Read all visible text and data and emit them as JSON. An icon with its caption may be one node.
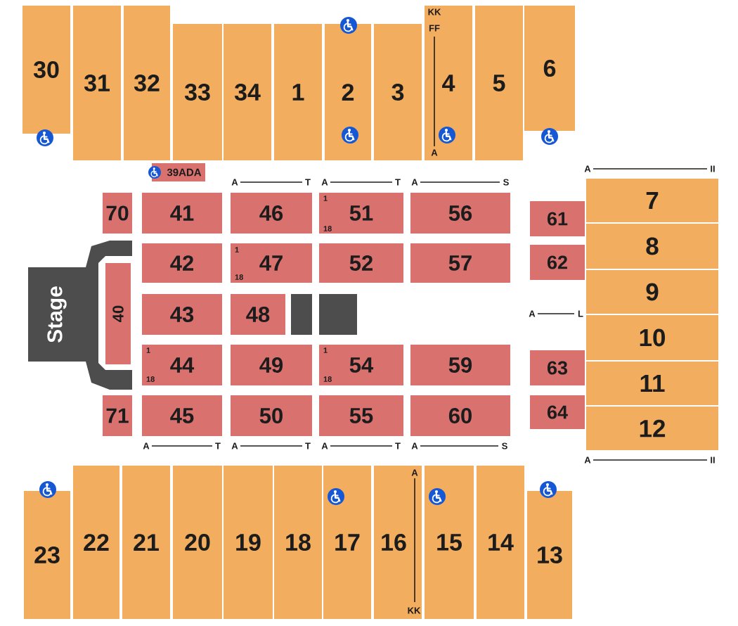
{
  "diagram": {
    "nodes": [
      {
        "text": [
          "30"
        ]
      },
      {
        "text": [
          "31"
        ]
      },
      {
        "text": [
          "32"
        ]
      },
      {
        "text": [
          "33"
        ]
      },
      {
        "text": [
          "34"
        ]
      },
      {
        "text": [
          "1"
        ]
      },
      {
        "text": [
          "2"
        ]
      },
      {
        "text": [
          "3"
        ]
      },
      {
        "text": [
          "4",
          "KK",
          "FF",
          "A"
        ]
      },
      {
        "text": [
          "5"
        ]
      },
      {
        "text": [
          "6"
        ]
      },
      {
        "text": [
          "39ADA"
        ]
      },
      {
        "text": [
          "Stage"
        ]
      },
      {
        "text": [
          "40"
        ]
      },
      {
        "text": [
          "70"
        ]
      },
      {
        "text": [
          "41"
        ]
      },
      {
        "text": [
          "46"
        ]
      },
      {
        "text": [
          "51",
          "1",
          "18"
        ]
      },
      {
        "text": [
          "56"
        ]
      },
      {
        "text": [
          "42"
        ]
      },
      {
        "text": [
          "47",
          "1",
          "18"
        ]
      },
      {
        "text": [
          "52"
        ]
      },
      {
        "text": [
          "57"
        ]
      },
      {
        "text": [
          "43"
        ]
      },
      {
        "text": [
          "48"
        ]
      },
      {
        "text": [],
        "shape": "box"
      },
      {
        "text": [],
        "shape": "box"
      },
      {
        "text": [
          "44",
          "1",
          "18"
        ]
      },
      {
        "text": [
          "49"
        ]
      },
      {
        "text": [
          "54",
          "1",
          "18"
        ]
      },
      {
        "text": [
          "59"
        ]
      },
      {
        "text": [
          "71"
        ]
      },
      {
        "text": [
          "45"
        ]
      },
      {
        "text": [
          "50"
        ]
      },
      {
        "text": [
          "55"
        ]
      },
      {
        "text": [
          "60"
        ]
      },
      {
        "text": [
          "61"
        ]
      },
      {
        "text": [
          "62"
        ]
      },
      {
        "text": [
          "63"
        ]
      },
      {
        "text": [
          "64"
        ]
      },
      {
        "text": [
          "7"
        ]
      },
      {
        "text": [
          "8"
        ]
      },
      {
        "text": [
          "9"
        ]
      },
      {
        "text": [
          "10"
        ]
      },
      {
        "text": [
          "11"
        ]
      },
      {
        "text": [
          "12"
        ]
      },
      {
        "text": [
          "23"
        ]
      },
      {
        "text": [
          "22"
        ]
      },
      {
        "text": [
          "21"
        ]
      },
      {
        "text": [
          "20"
        ]
      },
      {
        "text": [
          "19"
        ]
      },
      {
        "text": [
          "18"
        ]
      },
      {
        "text": [
          "17"
        ]
      },
      {
        "text": [
          "16",
          "A",
          "KK"
        ]
      },
      {
        "text": [
          "15"
        ]
      },
      {
        "text": [
          "14"
        ]
      },
      {
        "text": [
          "13"
        ]
      }
    ],
    "labels": [
      "A",
      "II",
      "A",
      "T",
      "A",
      "T",
      "A",
      "S",
      "A",
      "L",
      "A",
      "T",
      "A",
      "T",
      "A",
      "T",
      "A",
      "S",
      "A",
      "II"
    ]
  }
}
